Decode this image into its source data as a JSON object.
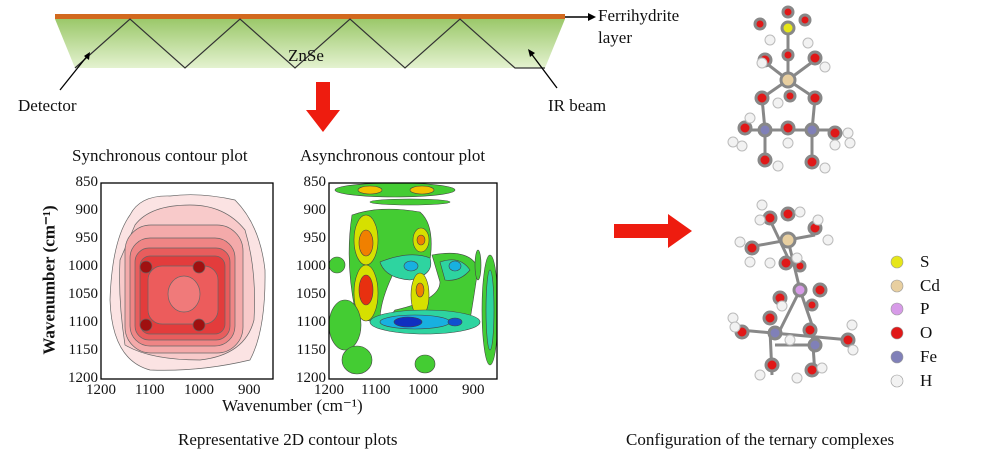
{
  "atr": {
    "layer_label_1": "Ferrihydrite",
    "layer_label_2": "layer",
    "crystal": "ZnSe",
    "detector": "Detector",
    "ir_beam": "IR beam"
  },
  "plots": {
    "sync_title": "Synchronous contour plot",
    "async_title": "Asynchronous contour plot",
    "ylabel": "Wavenumber (cm⁻¹)",
    "xlabel": "Wavenumber (cm⁻¹)",
    "yticks": [
      "850",
      "900",
      "950",
      "1000",
      "1050",
      "1100",
      "1150",
      "1200"
    ],
    "xticks": [
      "1200",
      "1100",
      "1000",
      "900"
    ],
    "caption": "Representative  2D contour plots"
  },
  "molecules": {
    "caption": "Configuration of the ternary complexes",
    "legend": [
      {
        "label": "S",
        "color": "#e6e619"
      },
      {
        "label": "Cd",
        "color": "#e8cfa0"
      },
      {
        "label": "P",
        "color": "#d79be8"
      },
      {
        "label": "O",
        "color": "#e01818"
      },
      {
        "label": "Fe",
        "color": "#8080b8"
      },
      {
        "label": "H",
        "color": "#f2f2f2"
      }
    ]
  },
  "colors": {
    "arrow": "#ee1c0f",
    "layer": "#d2691e",
    "crystal": "#a9cf7a"
  }
}
